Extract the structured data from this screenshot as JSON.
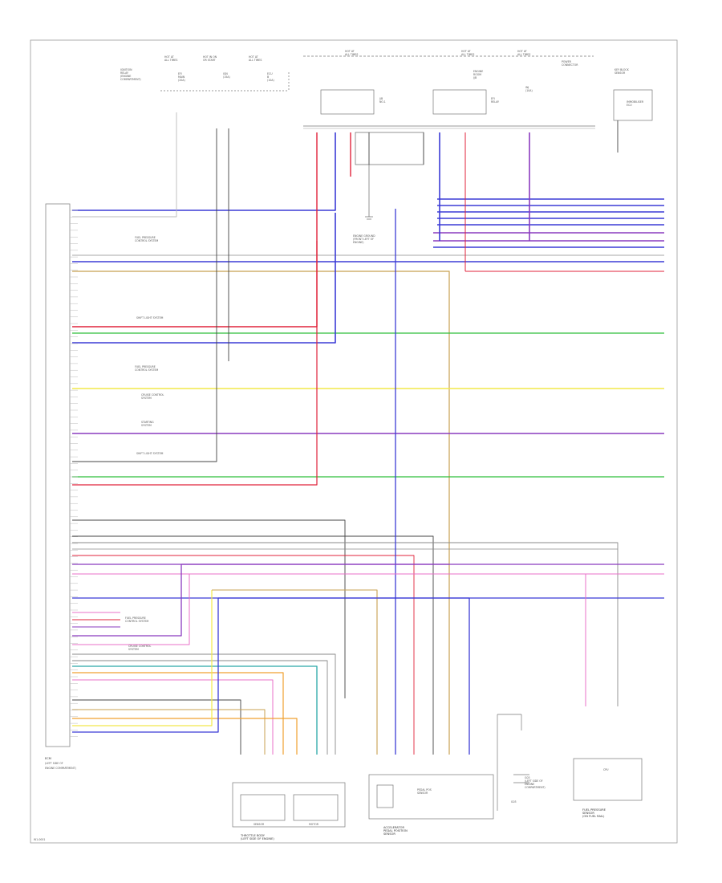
{
  "diagram": {
    "title": "",
    "footer_code": "W1-0001",
    "ecm": {
      "label_1": "ECM",
      "label_2": "(LEFT SIDE OF",
      "label_3": "ENGINE COMPARTMENT)"
    },
    "top_labels": {
      "ignition_relay": "IGNITION\nRELAY\n(ENGINE\nCOMPARTMENT)",
      "hot_at_all_times_1": "HOT AT\nALL TIMES",
      "hot_in_run_1": "HOT IN ON\nOR START",
      "hot_at_all_times_2": "HOT AT\nALL TIMES",
      "hot_at_all_times_3": "HOT AT\nALL TIMES",
      "hot_in_run_2": "HOT AT\nALL TIMES",
      "hot_at_all_times_4": "HOT AT\nALL TIMES",
      "power_connector": "POWER\nCONNECTOR",
      "fuse_1": "EFI\nMAIN\n(20A)",
      "fuse_2": "IGN\n(15A)",
      "fuse_3": "ECU\nB\n(10A)",
      "relay_1": "J/B\nNO.1",
      "relay_2": "EFI\nRELAY",
      "engine_room_relay": "ENGINE\nROOM\nJ/B",
      "fuse_4": "INJ\n(10A)",
      "key_sensor": "KEY BLOCK\nSENSOR",
      "immobiliser": "IMMOBILISER\nECU",
      "ground_ref": "ENGINE GROUND\n(FRONT LEFT OF\nENGINE)"
    },
    "bottom_labels": {
      "throttle_body": "THROTTLE BODY\n(LEFT SIDE OF ENGINE)",
      "throttle_sensor_a": "SENSOR",
      "throttle_sensor_b": "MOTOR",
      "accel_pedal": "ACCELERATOR\nPEDAL POSITION\nSENSOR",
      "accel_box": "PEDAL POS\nSENSOR",
      "ground": "G03",
      "fuse_box_note": "G03\n(LEFT SIDE OF\nENGINE\nCOMPARTMENT)",
      "pressure_sensor": "FUEL PRESSURE\nSENSOR\n(ON FUEL RAIL)",
      "pressure_box": "CPU"
    },
    "side_notes": {
      "n1": "FUEL PRESSURE\nCONTROL SYSTEM",
      "n2": "SHIFT LIGHT SYSTEM",
      "n3": "FUEL PRESSURE\nCONTROL SYSTEM",
      "n4": "CRUISE CONTROL\nSYSTEM",
      "n5": "STARTING\nSYSTEM",
      "n6": "SHIFT LIGHT SYSTEM",
      "n7": "FUEL PRESSURE\nCONTROL SYSTEM",
      "n8": "CRUISE CONTROL\nSYSTEM"
    },
    "colors": {
      "blue": "#3b3bd6",
      "red": "#e0233b",
      "green": "#2fbf3a",
      "yellow": "#f2e84a",
      "orange": "#f0a030",
      "gray": "#8a8a8a",
      "dark": "#444444",
      "purple": "#8a3bbf",
      "pink": "#e870c8",
      "cyan": "#2aa8a8",
      "tan": "#c8a050",
      "lightgray": "#bbbbbb"
    }
  }
}
